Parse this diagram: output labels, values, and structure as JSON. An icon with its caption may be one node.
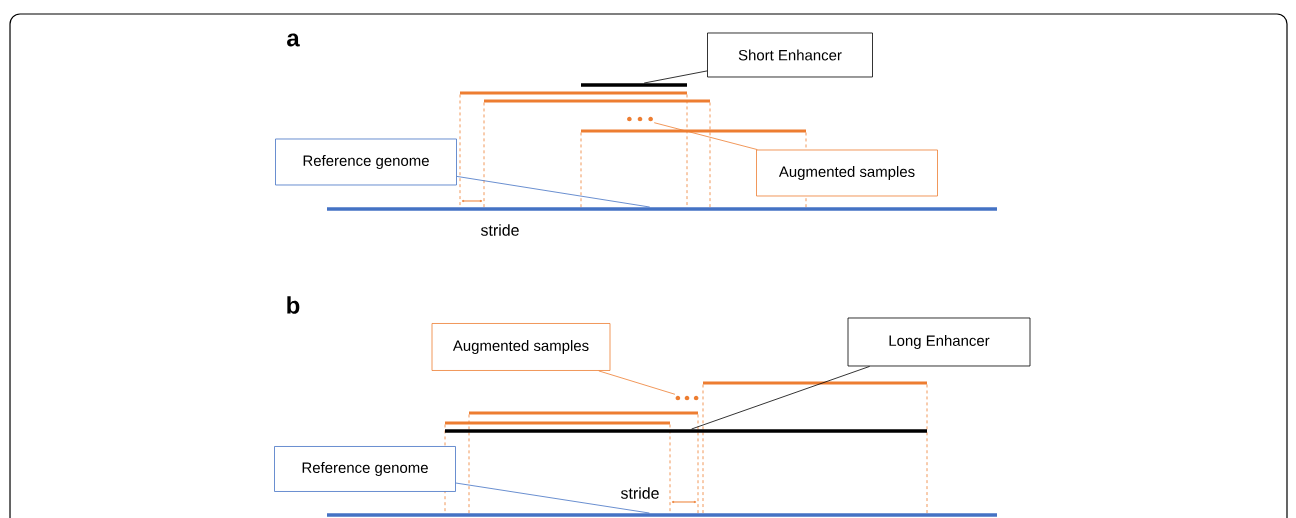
{
  "diagram": {
    "nodes": [
      {
        "text": [
          "Short Enhancer"
        ]
      },
      {
        "text": [],
        "shape": "bar"
      },
      {
        "text": [
          "Reference genome"
        ]
      },
      {
        "text": [],
        "shape": "bar"
      },
      {
        "text": [
          "Augmented samples"
        ]
      },
      {
        "text": [],
        "shape": "dots"
      },
      {
        "text": [
          "Augmented samples"
        ]
      },
      {
        "text": [],
        "shape": "dots"
      },
      {
        "text": [
          "Long Enhancer"
        ]
      },
      {
        "text": [],
        "shape": "bar"
      },
      {
        "text": [
          "Reference genome"
        ]
      },
      {
        "text": [],
        "shape": "bar"
      }
    ],
    "edges": [
      {
        "from": 0,
        "to": 1,
        "arrow": "none"
      },
      {
        "from": 2,
        "to": 3,
        "arrow": "none",
        "color": "#4472c4"
      },
      {
        "from": 4,
        "to": 5,
        "arrow": "none",
        "color": "#ed7d31"
      },
      {
        "from": 6,
        "to": 7,
        "arrow": "none",
        "color": "#ed7d31"
      },
      {
        "from": 8,
        "to": 9,
        "arrow": "none"
      },
      {
        "from": 10,
        "to": 11,
        "arrow": "none",
        "color": "#4472c4"
      }
    ],
    "labels": [
      "a",
      "stride",
      "b",
      "stride"
    ]
  }
}
